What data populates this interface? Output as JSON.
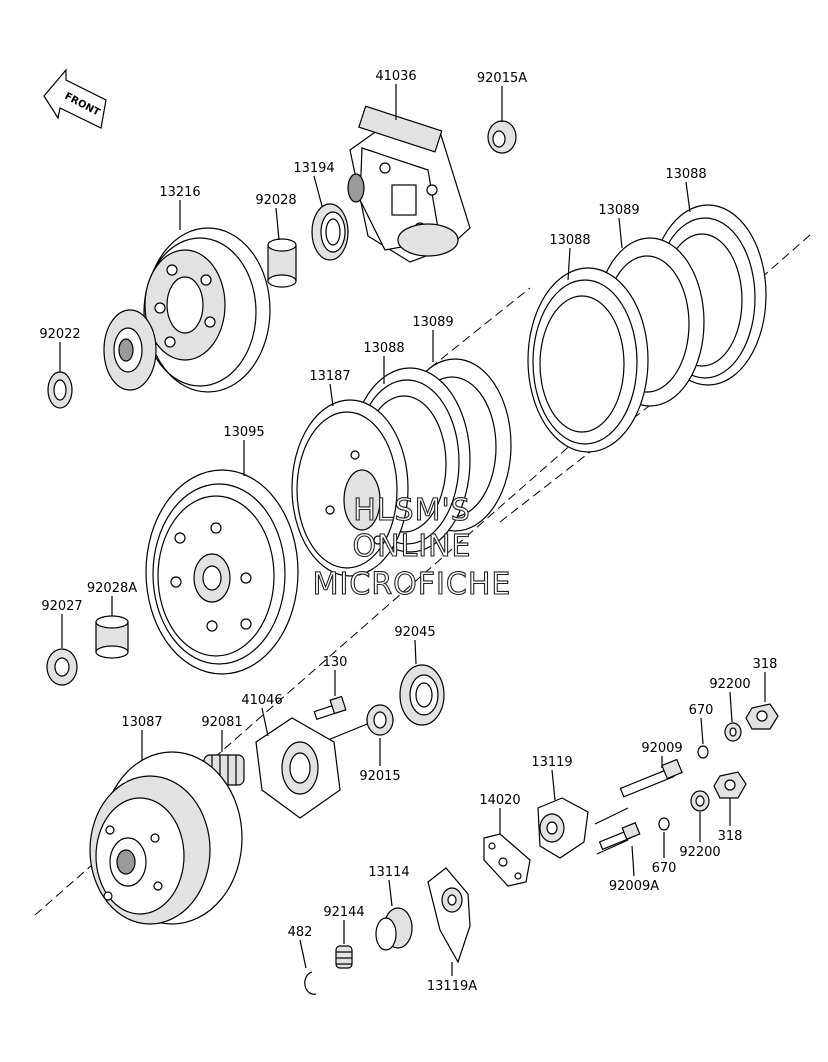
{
  "front_indicator": {
    "text": "FRONT"
  },
  "watermark": {
    "line1": "HLSM'S",
    "line2": "ONLINE",
    "line3": "MICROFICHE"
  },
  "parts": {
    "p41036": "41036",
    "p92015A": "92015A",
    "p13194": "13194",
    "p92028": "92028",
    "p13216": "13216",
    "p13088_top": "13088",
    "p13089_top": "13089",
    "p13088_mid": "13088",
    "p92022": "92022",
    "p13089_mid": "13089",
    "p13088_low": "13088",
    "p13187": "13187",
    "p13095": "13095",
    "p92028A": "92028A",
    "p92027": "92027",
    "p92045": "92045",
    "p130": "130",
    "p318_top": "318",
    "p92200_top": "92200",
    "p670_top": "670",
    "p41046": "41046",
    "p13087": "13087",
    "p92081": "92081",
    "p92009": "92009",
    "p92015": "92015",
    "p13119": "13119",
    "p14020": "14020",
    "p318_bot": "318",
    "p92200_bot": "92200",
    "p670_bot": "670",
    "p92009A": "92009A",
    "p13114": "13114",
    "p92144": "92144",
    "p482": "482",
    "p13119A": "13119A"
  }
}
